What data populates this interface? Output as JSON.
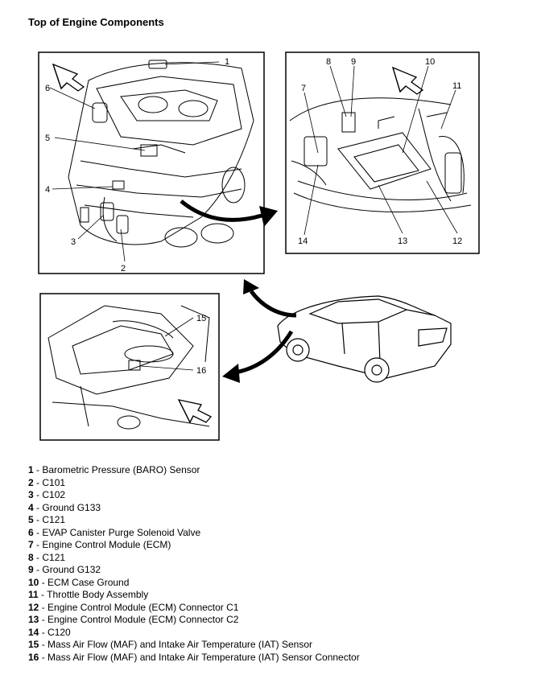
{
  "title": "Top of Engine Components",
  "callouts": [
    "1",
    "2",
    "3",
    "4",
    "5",
    "6",
    "7",
    "8",
    "9",
    "10",
    "11",
    "12",
    "13",
    "14",
    "15",
    "16"
  ],
  "legend": [
    {
      "num": "1",
      "sep": " - ",
      "label": "Barometric Pressure (BARO) Sensor"
    },
    {
      "num": "2",
      "sep": " - ",
      "label": "C101"
    },
    {
      "num": "3",
      "sep": " - ",
      "label": "C102"
    },
    {
      "num": "4",
      "sep": " - ",
      "label": "Ground G133"
    },
    {
      "num": "5",
      "sep": " - ",
      "label": "C121"
    },
    {
      "num": "6",
      "sep": " - ",
      "label": "EVAP Canister Purge Solenoid Valve"
    },
    {
      "num": "7",
      "sep": " - ",
      "label": "Engine Control Module (ECM)"
    },
    {
      "num": "8",
      "sep": " - ",
      "label": "C121"
    },
    {
      "num": "9",
      "sep": " - ",
      "label": "Ground G132"
    },
    {
      "num": "10",
      "sep": " - ",
      "label": "ECM Case Ground"
    },
    {
      "num": "11",
      "sep": " - ",
      "label": "Throttle Body Assembly"
    },
    {
      "num": "12",
      "sep": " - ",
      "label": "Engine Control Module (ECM) Connector C1"
    },
    {
      "num": "13",
      "sep": " - ",
      "label": "Engine Control Module (ECM) Connector C2"
    },
    {
      "num": "14",
      "sep": " - ",
      "label": "C120"
    },
    {
      "num": "15",
      "sep": " - ",
      "label": "Mass Air Flow (MAF) and Intake Air Temperature (IAT) Sensor"
    },
    {
      "num": "16",
      "sep": " - ",
      "label": "Mass Air Flow (MAF) and Intake Air Temperature (IAT) Sensor Connector"
    }
  ]
}
